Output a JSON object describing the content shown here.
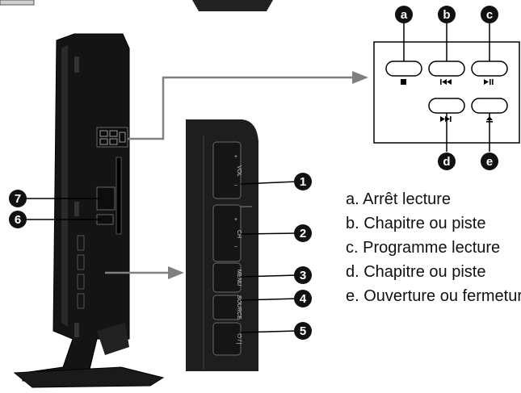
{
  "callouts": {
    "numbered": [
      "1",
      "2",
      "3",
      "4",
      "5",
      "6",
      "7"
    ],
    "lettered": [
      "a",
      "b",
      "c",
      "d",
      "e"
    ]
  },
  "panel_labels": {
    "vol": "VOL",
    "ch": "CH",
    "menu": "MENU",
    "source": "SOURCE",
    "plus": "+",
    "minus": "−",
    "power_glyph": "⏻ / |"
  },
  "legend": [
    "a. Arrêt lecture",
    "b. Chapitre ou piste",
    "c. Programme lecture",
    "d. Chapitre ou piste",
    "e. Ouverture ou fermeture"
  ],
  "dvd_icons": [
    "stop-icon",
    "previous-icon",
    "play-pause-icon",
    "next-icon",
    "eject-icon"
  ],
  "colors": {
    "line": "#000000",
    "arrow": "#808080",
    "body": "#141414",
    "panel": "#1e1e1e"
  }
}
